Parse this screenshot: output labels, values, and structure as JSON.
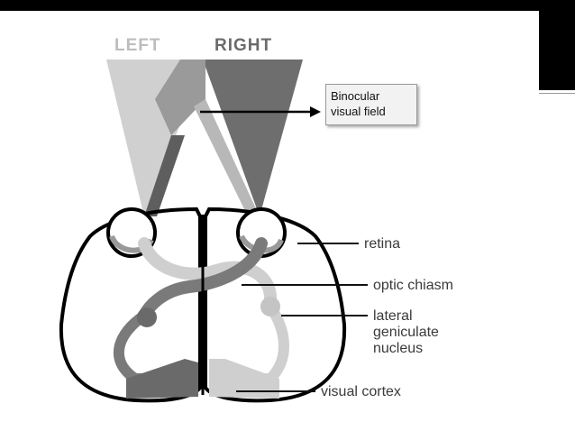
{
  "labels": {
    "left": "LEFT",
    "right": "RIGHT"
  },
  "callout": {
    "line1": "Binocular",
    "line2": "visual field"
  },
  "anatomy": {
    "retina": "retina",
    "optic_chiasm": "optic chiasm",
    "lgn_line1": "lateral",
    "lgn_line2": "geniculate",
    "lgn_line3": "nucleus",
    "visual_cortex": "visual cortex"
  },
  "colors": {
    "left_field": "#d0d0d0",
    "right_field": "#6e6e6e",
    "overlap": "#8f8f8f",
    "left_pathway": "#7a7a7a",
    "right_pathway": "#cfcfcf",
    "outline": "#000000"
  }
}
